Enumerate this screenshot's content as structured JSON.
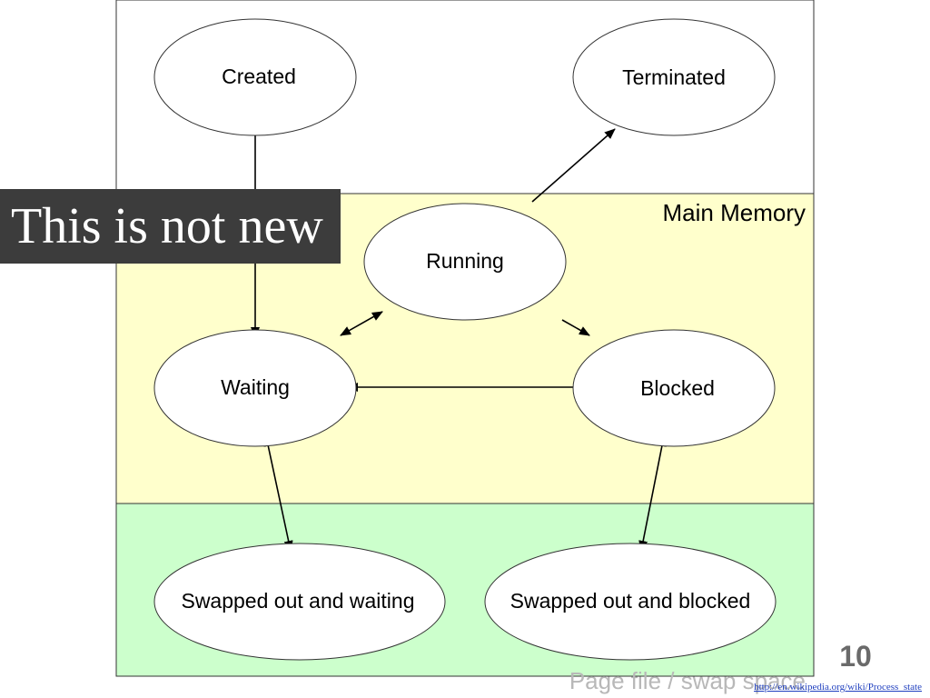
{
  "slide": {
    "banner_text": "This is not new",
    "slide_number": "10",
    "source_link": "http://en.wikipedia.org/wiki/Process_state"
  },
  "regions": {
    "main_memory": {
      "label": "Main Memory",
      "color": "#ffffcc"
    },
    "page_file": {
      "label": "Page file / swap space",
      "color": "#ccffcc"
    }
  },
  "states": {
    "created": "Created",
    "terminated": "Terminated",
    "running": "Running",
    "waiting": "Waiting",
    "blocked": "Blocked",
    "swapped_waiting": "Swapped out and waiting",
    "swapped_blocked": "Swapped out and blocked"
  },
  "colors": {
    "outline": "#333333",
    "banner_bg": "#3c3c3c",
    "banner_text": "#ffffff",
    "link": "#1f3fbf"
  }
}
